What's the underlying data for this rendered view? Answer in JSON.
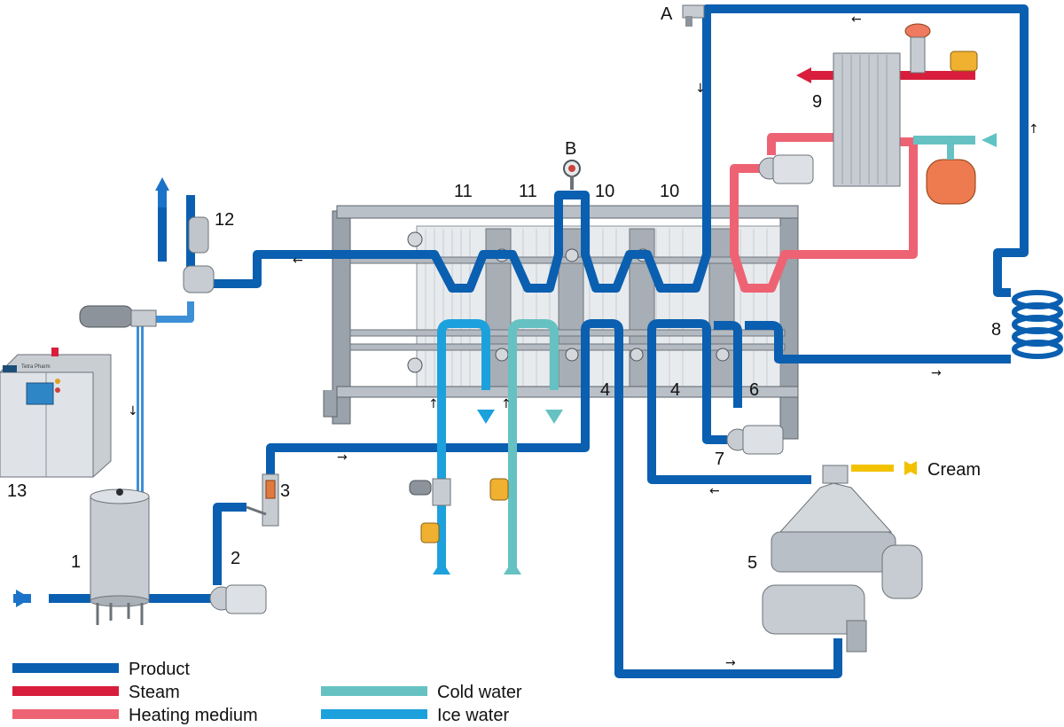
{
  "colors": {
    "product": "#0a5fb0",
    "product_light": "#3d8fd6",
    "steam": "#d81e3c",
    "heating_medium": "#ee6373",
    "cold_water": "#66c2c2",
    "ice_water": "#1da1dd",
    "frame": "#9aa2ab",
    "steel": "#c7ccd1",
    "cream": "#f2c200"
  },
  "component_numbers": {
    "n1": "1",
    "n2": "2",
    "n3": "3",
    "n4a": "4",
    "n4b": "4",
    "n5": "5",
    "n6": "6",
    "n7": "7",
    "n8": "8",
    "n9": "9",
    "n10a": "10",
    "n10b": "10",
    "n11a": "11",
    "n11b": "11",
    "n12": "12",
    "n13": "13"
  },
  "point_labels": {
    "a": "A",
    "b": "B"
  },
  "outlet_labels": {
    "cream": "Cream"
  },
  "legend": {
    "product": "Product",
    "steam": "Steam",
    "heating_medium": "Heating medium",
    "cold_water": "Cold water",
    "ice_water": "Ice water"
  },
  "control_panel": {
    "brand": "Tetra Pharm"
  },
  "flow_arrows": {
    "left": "←",
    "right": "→",
    "up": "↑",
    "down": "↓"
  }
}
